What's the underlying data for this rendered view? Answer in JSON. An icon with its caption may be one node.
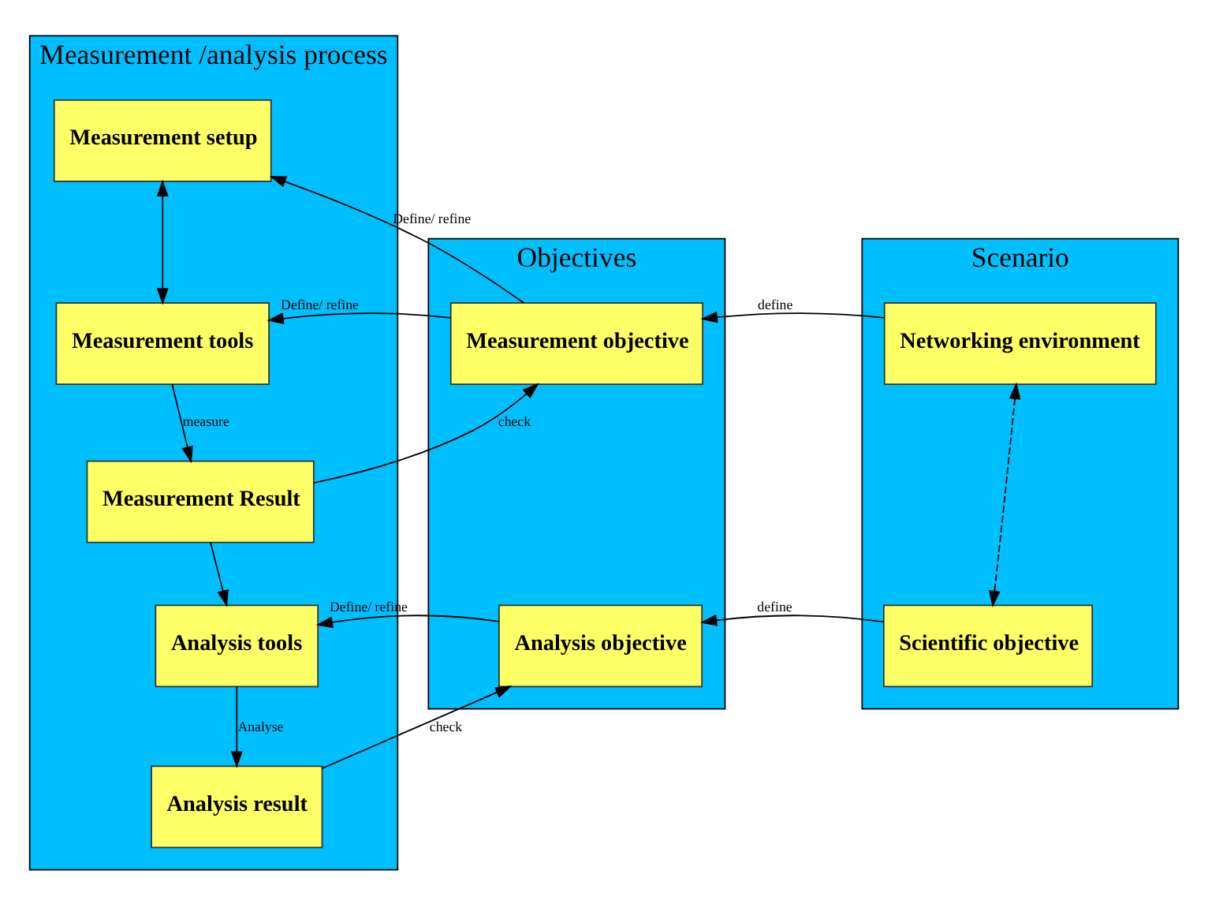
{
  "diagram": {
    "nodes": [
      {
        "text": [
          "Scenario"
        ]
      },
      {
        "text": [
          "Networking environment"
        ],
        "in": 0
      },
      {
        "text": [
          "Scientific objective"
        ],
        "in": 0
      },
      {
        "text": [
          "Objectives"
        ]
      },
      {
        "text": [
          "Measurement objective"
        ],
        "in": 3
      },
      {
        "text": [
          "Analysis objective"
        ],
        "in": 3
      },
      {
        "text": [
          "Measurement /analysis process"
        ]
      },
      {
        "text": [
          "Measurement setup"
        ],
        "in": 6
      },
      {
        "text": [
          "Measurement tools"
        ],
        "in": 6
      },
      {
        "text": [
          "Measurement Result"
        ],
        "in": 6
      },
      {
        "text": [
          "Analysis tools"
        ],
        "in": 6
      },
      {
        "text": [
          "Analysis result"
        ],
        "in": 6
      }
    ],
    "edges": [
      {
        "from": 1,
        "to": 4,
        "arrow": "to",
        "label": "define"
      },
      {
        "from": 1,
        "to": 2,
        "arrow": "both",
        "style": "dashed"
      },
      {
        "from": 2,
        "to": 5,
        "arrow": "to",
        "label": "define"
      },
      {
        "from": 4,
        "to": 7,
        "arrow": "to",
        "label": "Define/ refine"
      },
      {
        "from": 4,
        "to": 8,
        "arrow": "to",
        "label": "Define/ refine"
      },
      {
        "from": 7,
        "to": 8,
        "arrow": "both"
      },
      {
        "from": 8,
        "to": 9,
        "arrow": "to",
        "label": "measure"
      },
      {
        "from": 9,
        "to": 4,
        "arrow": "to",
        "label": "check"
      },
      {
        "from": 9,
        "to": 10,
        "arrow": "to"
      },
      {
        "from": 5,
        "to": 10,
        "arrow": "to",
        "label": "Define/ refine"
      },
      {
        "from": 10,
        "to": 11,
        "arrow": "to",
        "label": "Analyse"
      },
      {
        "from": 11,
        "to": 5,
        "arrow": "to",
        "label": "check"
      }
    ]
  }
}
